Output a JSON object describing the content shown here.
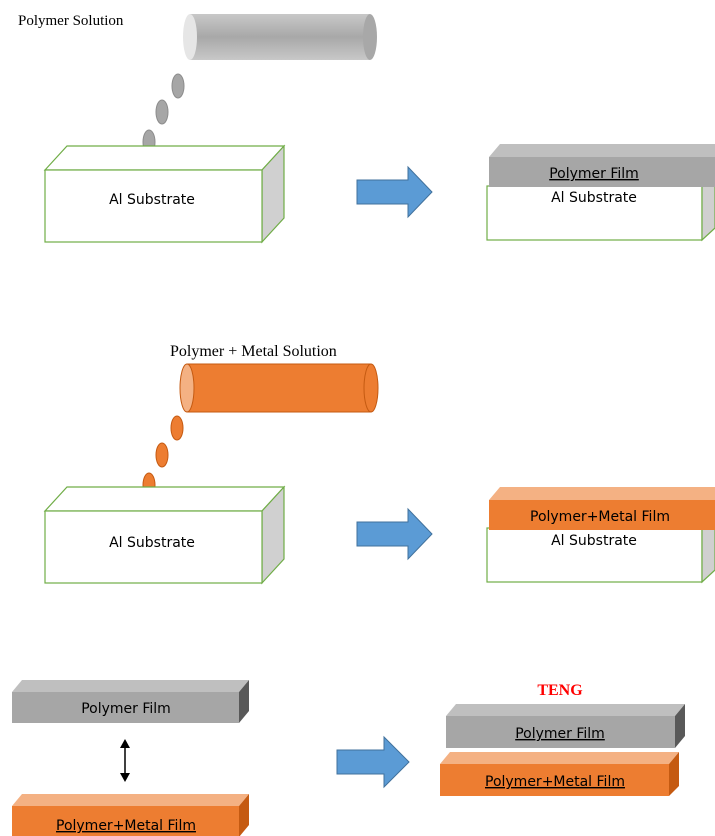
{
  "step1": {
    "solution_label": "Polymer Solution",
    "substrate_label": "Al Substrate",
    "result_film_label": "Polymer Film",
    "result_substrate_label": "Al Substrate"
  },
  "step2": {
    "solution_label": "Polymer + Metal Solution",
    "substrate_label": "Al Substrate",
    "result_film_label": "Polymer+Metal Film",
    "result_substrate_label": "Al Substrate"
  },
  "step3": {
    "top_film_label": "Polymer Film",
    "bottom_film_label": "Polymer+Metal Film",
    "teng_label": "TENG",
    "teng_top_label": "Polymer Film",
    "teng_bottom_label": "Polymer+Metal Film"
  },
  "colors": {
    "gray_film": "#a6a6a6",
    "orange_film": "#ed7d31",
    "substrate_outline": "#70ad47",
    "arrow_blue": "#5b9bd5",
    "teng_red": "#ff0000"
  }
}
